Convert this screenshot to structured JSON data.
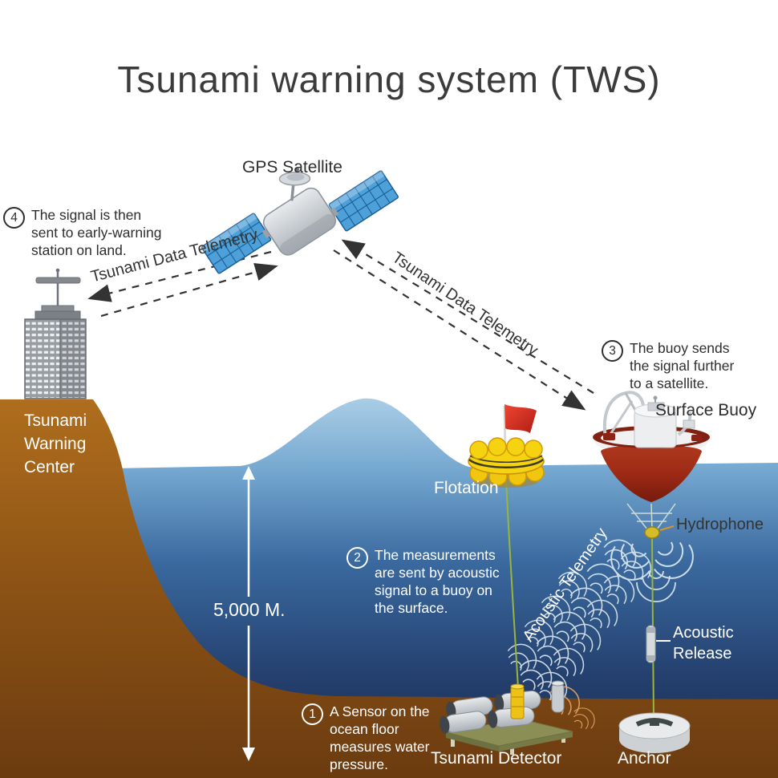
{
  "title": "Tsunami warning system (TWS)",
  "labels": {
    "gps_satellite": "GPS Satellite",
    "warning_center": "Tsunami\nWarning\nCenter",
    "flotation": "Flotation",
    "surface_buoy": "Surface Buoy",
    "hydrophone": "Hydrophone",
    "acoustic_release": "Acoustic\nRelease",
    "anchor": "Anchor",
    "tsunami_detector": "Tsunami Detector",
    "depth": "5,000 M.",
    "telemetry_left": "Tsunami Data Telemetry",
    "telemetry_right": "Tsunami Data Telemetry",
    "acoustic_telemetry": "Acoustic Telemetry"
  },
  "steps": [
    {
      "number": "1",
      "text": "A Sensor on the\nocean floor\nmeasures water\npressure."
    },
    {
      "number": "2",
      "text": "The measurements\nare sent by acoustic\nsignal to a buoy on\nthe surface."
    },
    {
      "number": "3",
      "text": "The buoy sends\nthe signal further\nto a satellite."
    },
    {
      "number": "4",
      "text": "The signal is then\nsent to early-warning\nstation on land."
    }
  ],
  "colors": {
    "water_top": "#aed0e7",
    "water_deep": "#1c2c52",
    "earth_top": "#b2701e",
    "earth_bottom": "#6b3b10",
    "buoy_red": "#9c2a15",
    "float_yellow": "#f6d311",
    "flag_red": "#d92b1a",
    "panel_blue": "#4da0d8",
    "text_dark": "#2e2e2e",
    "text_light": "#ffffff"
  }
}
